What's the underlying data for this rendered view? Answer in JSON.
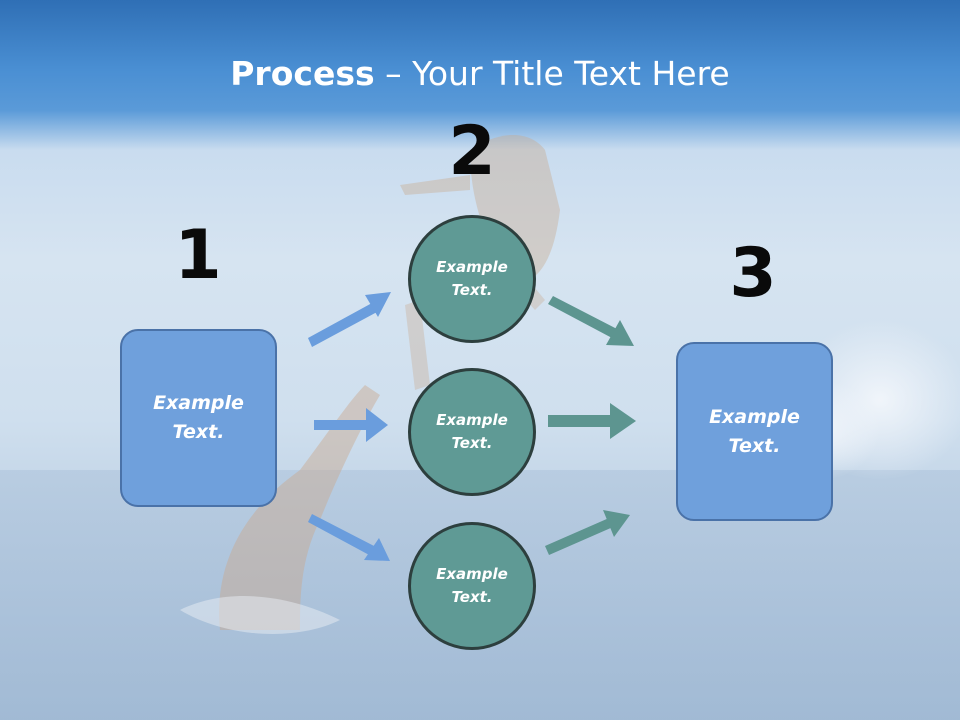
{
  "title": {
    "bold_part": "Process",
    "rest_part": " – Your Title Text Here"
  },
  "steps": [
    {
      "number": "1"
    },
    {
      "number": "2"
    },
    {
      "number": "3"
    }
  ],
  "step1_box": {
    "text": "Example\nText."
  },
  "step2_circles": [
    {
      "text": "Example\nText."
    },
    {
      "text": "Example\nText."
    },
    {
      "text": "Example\nText."
    }
  ],
  "step3_box": {
    "text": "Example\nText."
  },
  "colors": {
    "box_fill": "#6fa0dc",
    "circle_fill": "#5f9a95",
    "arrow_blue": "#6a9ddd",
    "arrow_teal": "#5d9590"
  }
}
